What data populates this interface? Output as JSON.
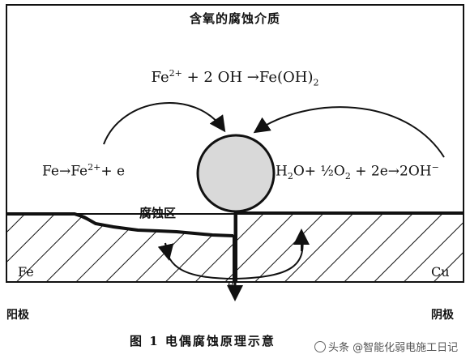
{
  "diagram": {
    "medium_title": "含氧的腐蚀介质",
    "top_equation": {
      "lhs": "Fe",
      "lhs_sup": "2+",
      "plus_term": " + 2 OH",
      "arrow": "→",
      "product": "Fe(OH)",
      "product_sub": "2"
    },
    "anode_equation": {
      "lhs": "Fe",
      "arrow": "→",
      "product": "Fe",
      "product_sup": "2+",
      "tail": "+ e"
    },
    "cathode_equation": {
      "h2o": "H",
      "h2o_sub": "2",
      "h2o_tail": "O+",
      "half": "½",
      "o2": "O",
      "o2_sub": "2",
      "mid": " + 2e",
      "arrow": "→",
      "product": "2OH",
      "product_sup": "−"
    },
    "corrosion_zone_label": "腐蚀区",
    "fe_label": "Fe",
    "cu_label": "Cu",
    "electron_label": "e",
    "anode_label": "阳极",
    "cathode_label": "阴极"
  },
  "caption": "图 1   电偶腐蚀原理示意",
  "watermark": "头条 @智能化弱电施工日记",
  "colors": {
    "line": "#111111",
    "droplet_fill": "#d9d9d9",
    "background": "#ffffff"
  }
}
